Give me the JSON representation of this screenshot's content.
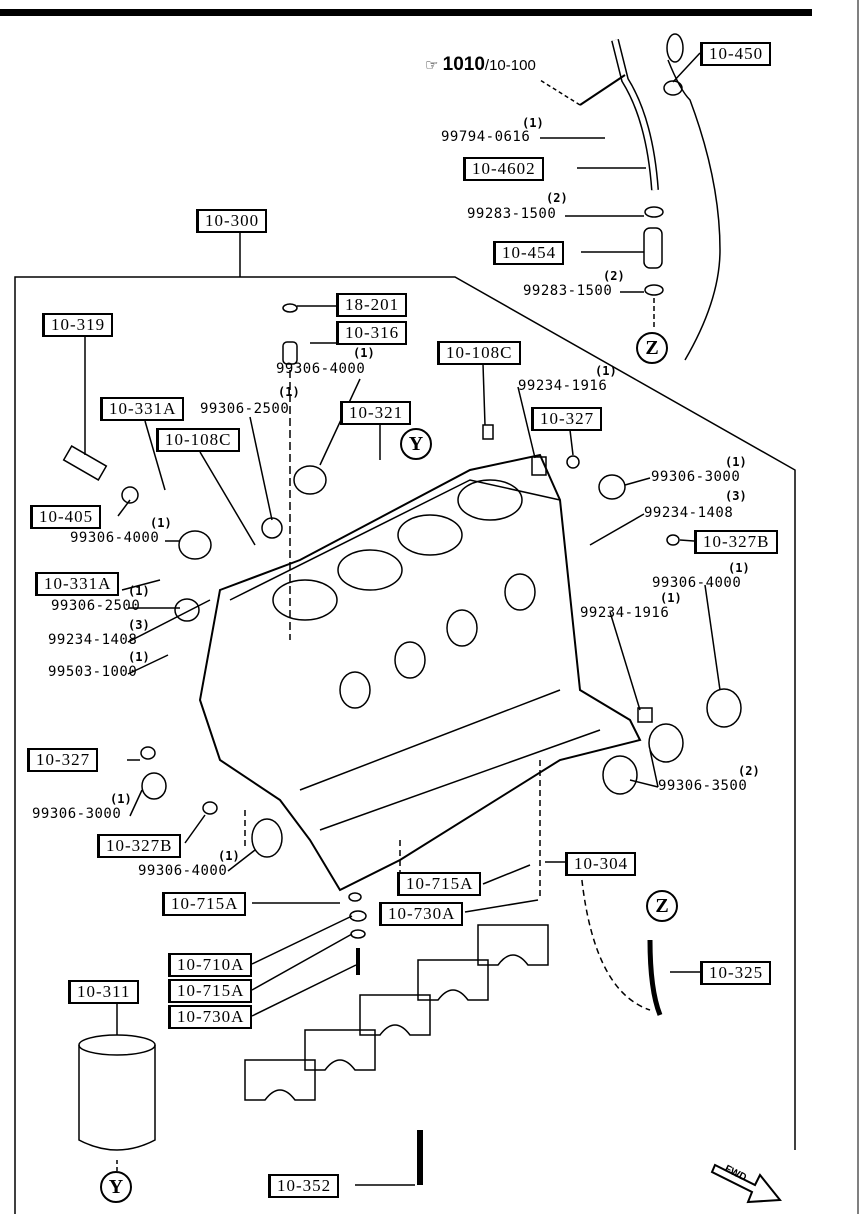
{
  "reference": {
    "icon": "pointing-hand-icon",
    "main": "1010",
    "sub": "/10-100"
  },
  "boxed_labels": [
    "10-450",
    "10-4602",
    "10-454",
    "10-300",
    "18-201",
    "10-316",
    "10-319",
    "10-108C",
    "10-331A",
    "10-108C",
    "10-321",
    "10-327",
    "10-405",
    "10-327B",
    "10-331A",
    "10-327",
    "10-327B",
    "10-715A",
    "10-304",
    "10-730A",
    "10-715A",
    "10-710A",
    "10-715A",
    "10-730A",
    "10-311",
    "10-325",
    "10-352"
  ],
  "part_numbers": [
    {
      "pn": "99794-0616",
      "qty": "(1)"
    },
    {
      "pn": "99283-1500",
      "qty": "(2)"
    },
    {
      "pn": "99283-1500",
      "qty": "(2)"
    },
    {
      "pn": "99306-4000",
      "qty": "(1)"
    },
    {
      "pn": "99306-2500",
      "qty": "(1)"
    },
    {
      "pn": "99234-1916",
      "qty": "(1)"
    },
    {
      "pn": "99306-3000",
      "qty": "(1)"
    },
    {
      "pn": "99234-1408",
      "qty": "(3)"
    },
    {
      "pn": "99306-4000",
      "qty": "(1)"
    },
    {
      "pn": "99306-4000",
      "qty": "(1)"
    },
    {
      "pn": "99234-1916",
      "qty": "(1)"
    },
    {
      "pn": "99306-2500",
      "qty": "(1)"
    },
    {
      "pn": "99234-1408",
      "qty": "(3)"
    },
    {
      "pn": "99503-1000",
      "qty": "(1)"
    },
    {
      "pn": "99306-3500",
      "qty": "(2)"
    },
    {
      "pn": "99306-3000",
      "qty": "(1)"
    },
    {
      "pn": "99306-4000",
      "qty": "(1)"
    }
  ],
  "markers": [
    "Z",
    "Y",
    "Z",
    "Y"
  ],
  "fwd": "FWD"
}
